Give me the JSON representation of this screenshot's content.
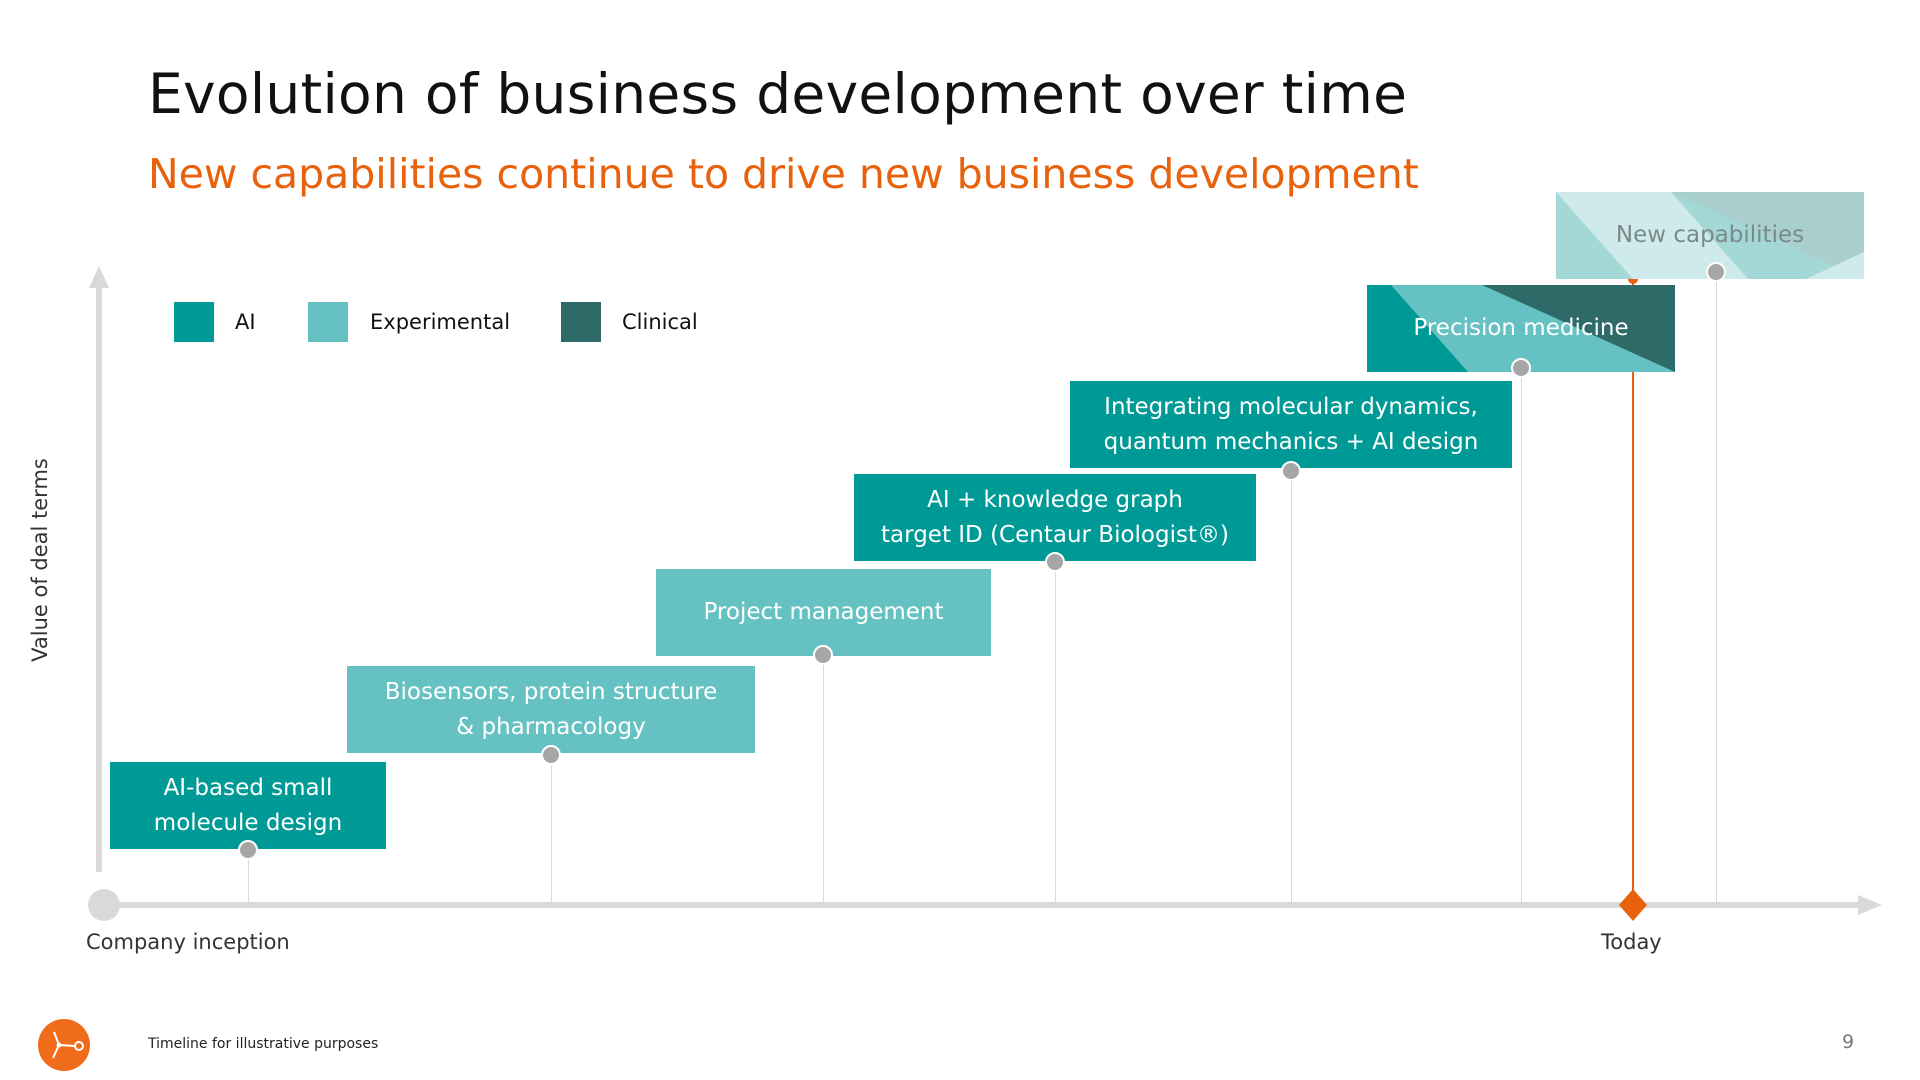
{
  "title": "Evolution of business development over time",
  "subtitle": "New capabilities continue to drive new business development",
  "colors": {
    "ai": "#009a96",
    "experimental": "#66c2c2",
    "clinical": "#2d6a68",
    "accent": "#e8610c",
    "axis": "#d9d9d9",
    "dot": "#a6a6a6"
  },
  "legend": [
    {
      "label": "AI",
      "category": "ai"
    },
    {
      "label": "Experimental",
      "category": "experimental"
    },
    {
      "label": "Clinical",
      "category": "clinical"
    }
  ],
  "y_axis_label": "Value of deal terms",
  "x_axis": {
    "start_label": "Company inception",
    "today_label": "Today"
  },
  "milestones": [
    {
      "label": "AI-based small\nmolecule design",
      "category": "ai"
    },
    {
      "label": "Biosensors, protein structure\n& pharmacology",
      "category": "experimental"
    },
    {
      "label": "Project management",
      "category": "experimental"
    },
    {
      "label": "AI + knowledge graph\ntarget ID (Centaur Biologist®)",
      "category": "ai"
    },
    {
      "label": "Integrating molecular dynamics,\nquantum mechanics + AI design",
      "category": "ai"
    },
    {
      "label": "Precision medicine",
      "categories": [
        "ai",
        "experimental",
        "clinical"
      ]
    },
    {
      "label": "New capabilities",
      "categories": [
        "ai",
        "experimental",
        "clinical"
      ],
      "faded": true
    }
  ],
  "footnote": "Timeline for illustrative purposes",
  "page_number": "9",
  "logo": "molecule-logo"
}
